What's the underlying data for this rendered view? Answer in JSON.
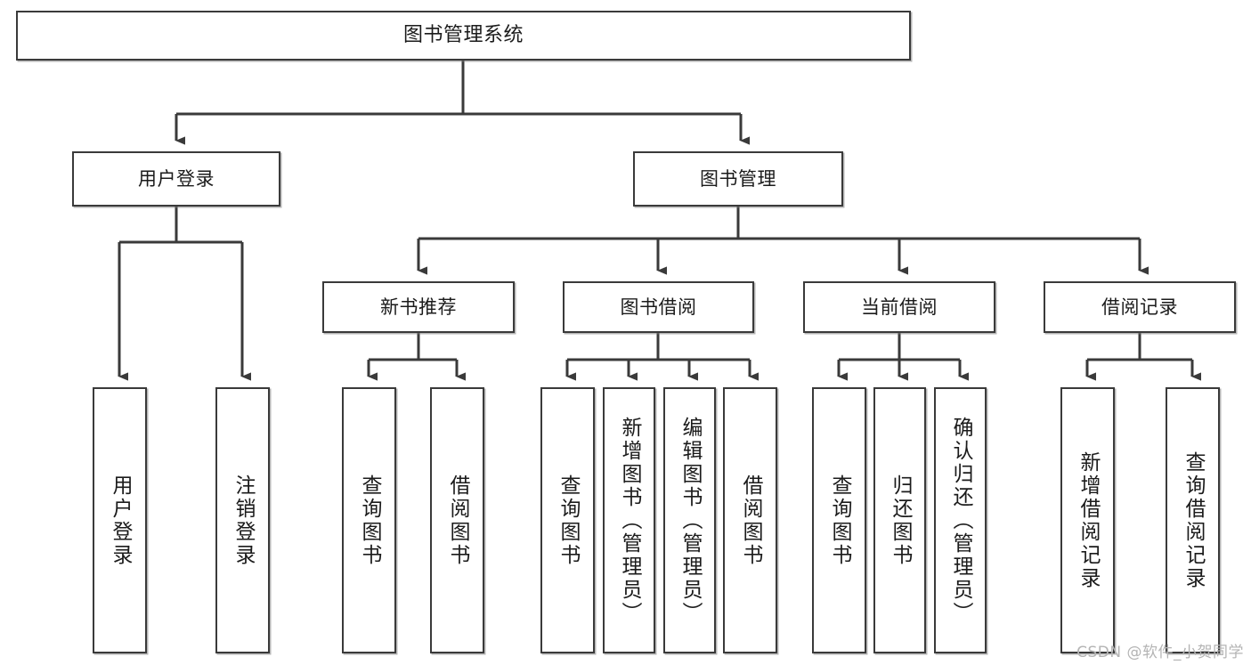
{
  "diagram": {
    "type": "tree-hierarchy",
    "title": "图书管理系统",
    "orientation": "top-down",
    "line_color": "#3a3a3a",
    "box_border_color": "#3a3a3a",
    "box_fill_color": "#ffffff",
    "text_color": "#1b1b1b"
  },
  "nodes": {
    "root": {
      "label": "图书管理系统",
      "level": 0
    },
    "level1": [
      {
        "id": "user-login",
        "label": "用户登录"
      },
      {
        "id": "book-management",
        "label": "图书管理"
      }
    ],
    "level2": [
      {
        "id": "new-book-recommend",
        "label": "新书推荐",
        "parent": "book-management"
      },
      {
        "id": "book-borrow",
        "label": "图书借阅",
        "parent": "book-management"
      },
      {
        "id": "current-borrow",
        "label": "当前借阅",
        "parent": "book-management"
      },
      {
        "id": "borrow-record",
        "label": "借阅记录",
        "parent": "book-management"
      }
    ],
    "leaves": {
      "user-login": [
        {
          "id": "leaf-user-login",
          "label": "用户登录"
        },
        {
          "id": "leaf-user-logout",
          "label": "注销登录"
        }
      ],
      "new-book-recommend": [
        {
          "id": "leaf-query-book-1",
          "label": "查询图书"
        },
        {
          "id": "leaf-borrow-book-1",
          "label": "借阅图书"
        }
      ],
      "book-borrow": [
        {
          "id": "leaf-query-book-2",
          "label": "查询图书"
        },
        {
          "id": "leaf-add-book",
          "label": "新增图书（管理员）"
        },
        {
          "id": "leaf-edit-book",
          "label": "编辑图书（管理员）"
        },
        {
          "id": "leaf-borrow-book-2",
          "label": "借阅图书"
        }
      ],
      "current-borrow": [
        {
          "id": "leaf-query-book-3",
          "label": "查询图书"
        },
        {
          "id": "leaf-return-book",
          "label": "归还图书"
        },
        {
          "id": "leaf-confirm-return",
          "label": "确认归还（管理员）"
        }
      ],
      "borrow-record": [
        {
          "id": "leaf-add-record",
          "label": "新增借阅记录"
        },
        {
          "id": "leaf-query-record",
          "label": "查询借阅记录"
        }
      ]
    }
  },
  "watermark": {
    "text": "CSDN @软件_小贺同学"
  }
}
